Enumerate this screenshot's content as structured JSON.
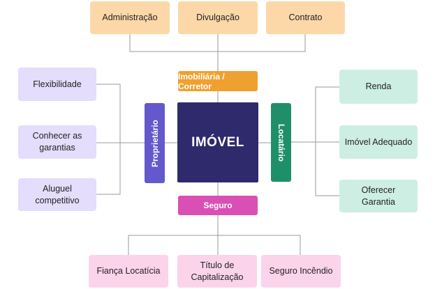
{
  "center": {
    "label": "IMÓVEL",
    "color": "#2f2a6b"
  },
  "top_bar": {
    "label": "Imobiliária / Corretor",
    "color": "#f0a030"
  },
  "bottom_bar": {
    "label": "Seguro",
    "color": "#da4fb4"
  },
  "left_bar": {
    "label": "Proprietário",
    "color": "#6359cc"
  },
  "right_bar": {
    "label": "Locatário",
    "color": "#1f8f69"
  },
  "top_items": [
    "Administração",
    "Divulgação",
    "Contrato"
  ],
  "left_items": [
    "Flexibilidade",
    "Conhecer as garantias",
    "Aluguel competitivo"
  ],
  "right_items": [
    "Renda",
    "Imóvel Adequado",
    "Oferecer Garantia"
  ],
  "bottom_items": [
    "Fiança Locatícia",
    "Título de Capitalização",
    "Seguro Incêndio"
  ]
}
